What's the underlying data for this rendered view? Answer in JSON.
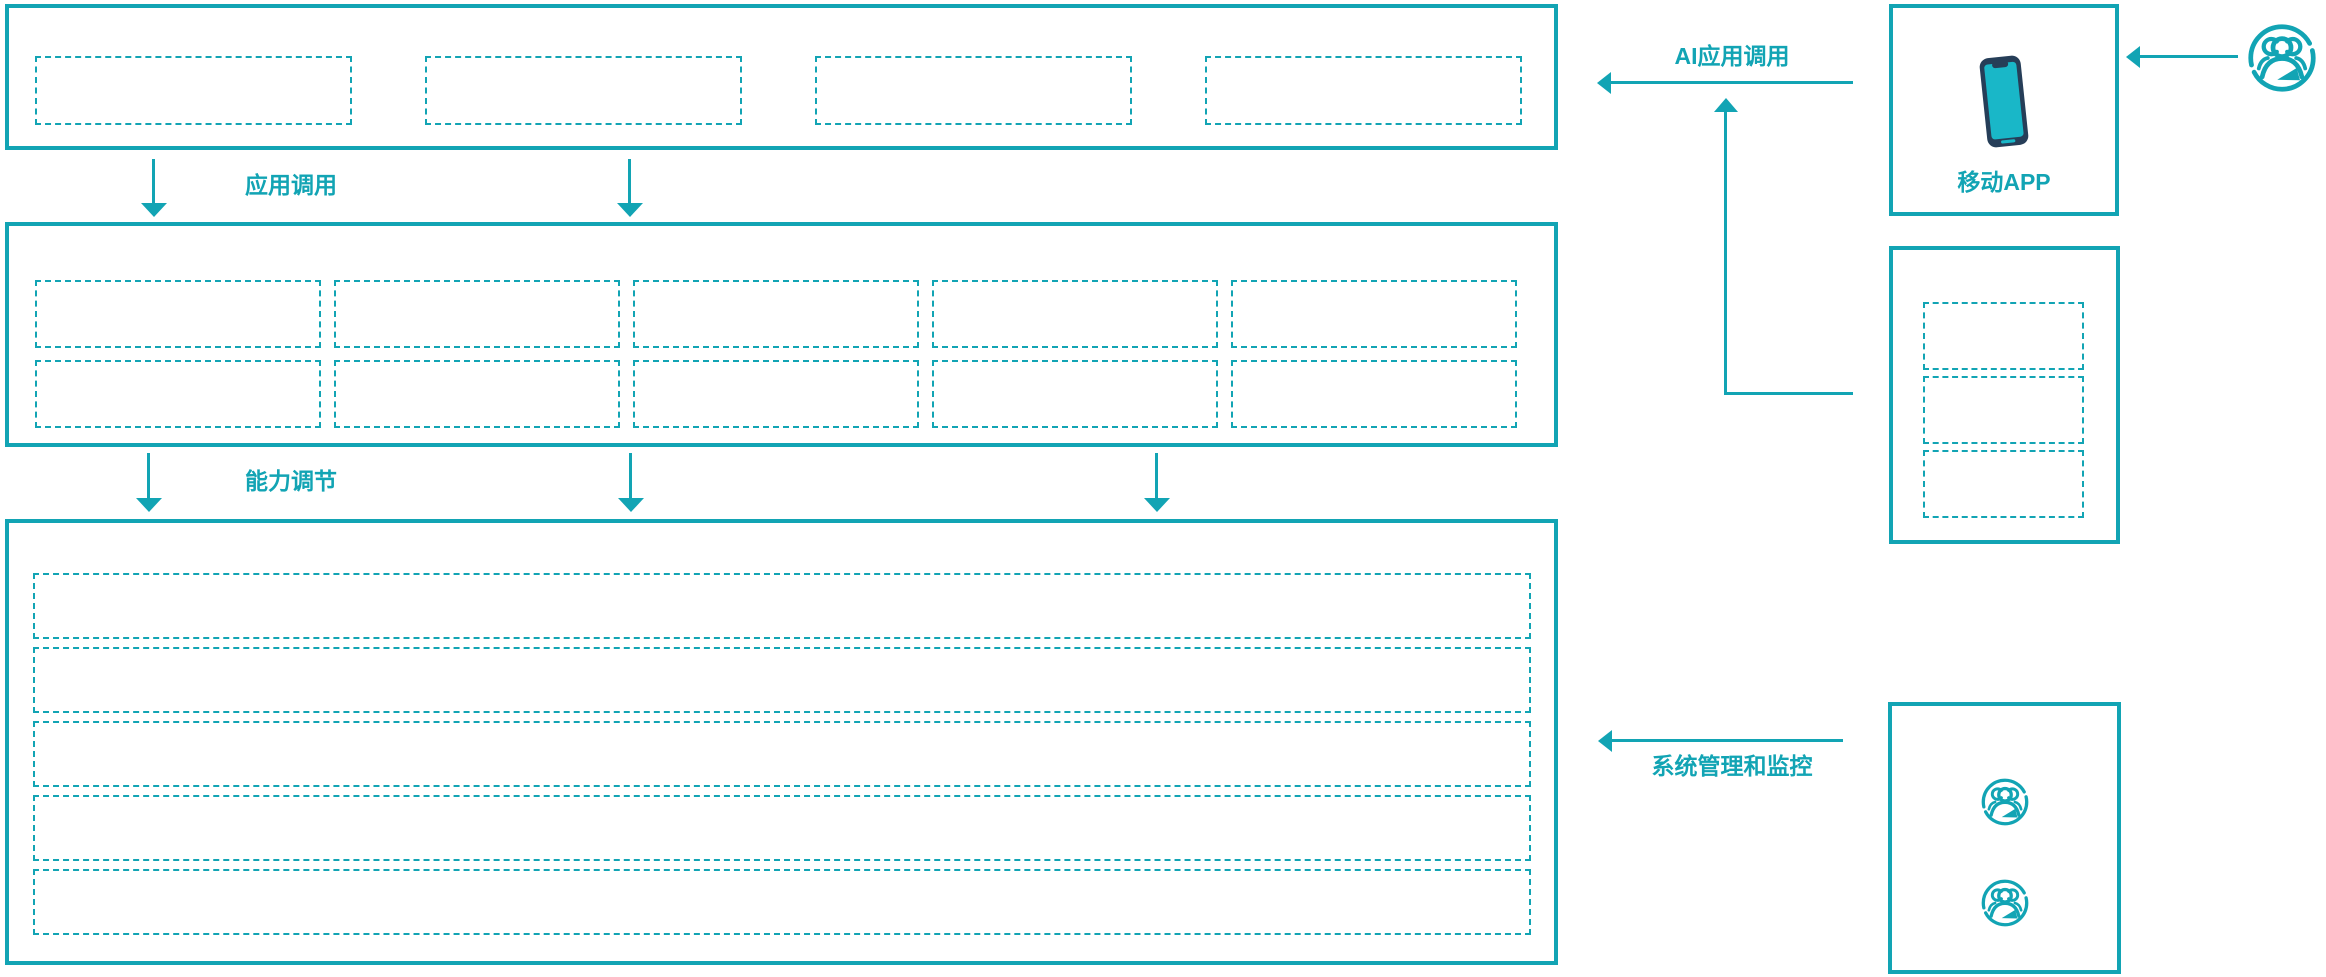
{
  "colors": {
    "accent": "#12A4B4",
    "phone_body": "#263E58",
    "phone_screen": "#19B7C8"
  },
  "labels": {
    "app_call": "应用调用",
    "capability_adjust": "能力调节",
    "ai_app_call": "AI应用调用",
    "system_management": "系统管理和监控",
    "mobile_app": "移动APP"
  },
  "layers": {
    "layer1_slots": 4,
    "layer2_slots": 10,
    "layer3_rows": 5,
    "right_panel_slots": 3,
    "admin_user_icons": 2
  },
  "icons": {
    "mobile_app": "smartphone-icon",
    "end_user": "user-group-icon",
    "administrators": "user-group-icon"
  }
}
